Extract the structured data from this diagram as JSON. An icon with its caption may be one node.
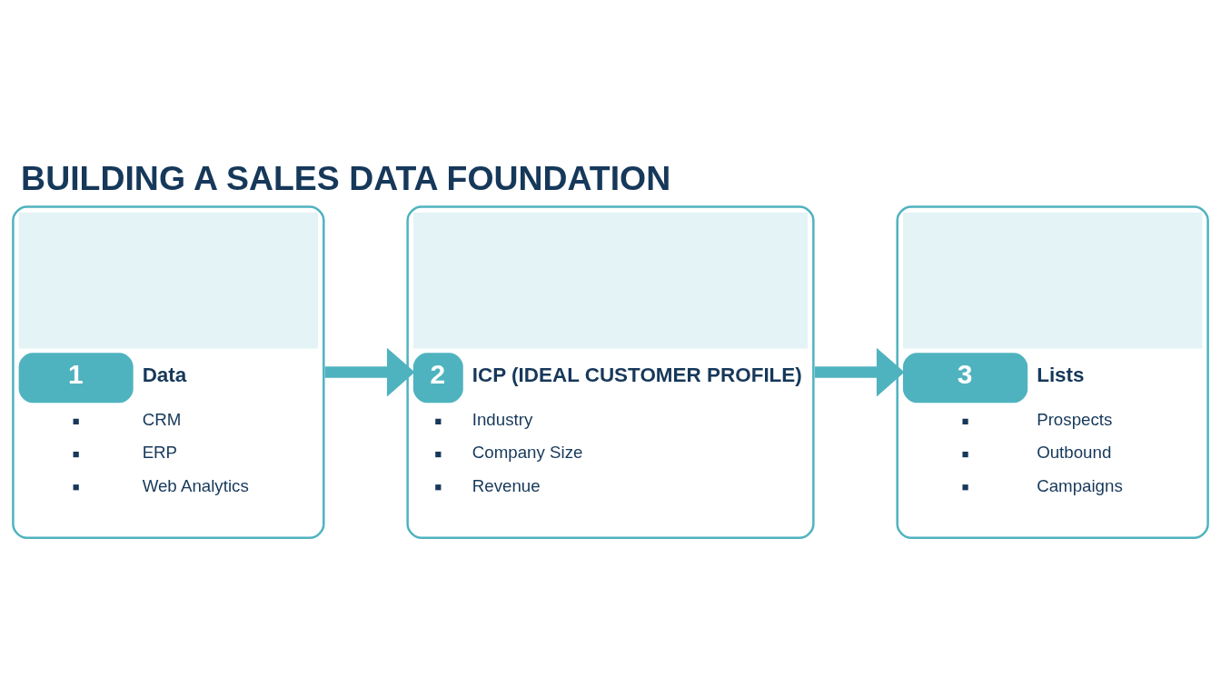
{
  "diagram": {
    "title": "BUILDING A SALES DATA FOUNDATION",
    "nodes": [
      {
        "text": [
          "1",
          "Data",
          "CRM",
          "ERP",
          "Web Analytics"
        ]
      },
      {
        "text": [
          "2",
          "ICP (IDEAL CUSTOMER PROFILE)",
          "Industry",
          "Company Size",
          "Revenue"
        ]
      },
      {
        "text": [
          "3",
          "Lists",
          "Prospects",
          "Outbound",
          "Campaigns"
        ]
      }
    ],
    "edges": [
      {
        "from": 0,
        "to": 1,
        "arrow": "to"
      },
      {
        "from": 1,
        "to": 2,
        "arrow": "to"
      }
    ]
  }
}
